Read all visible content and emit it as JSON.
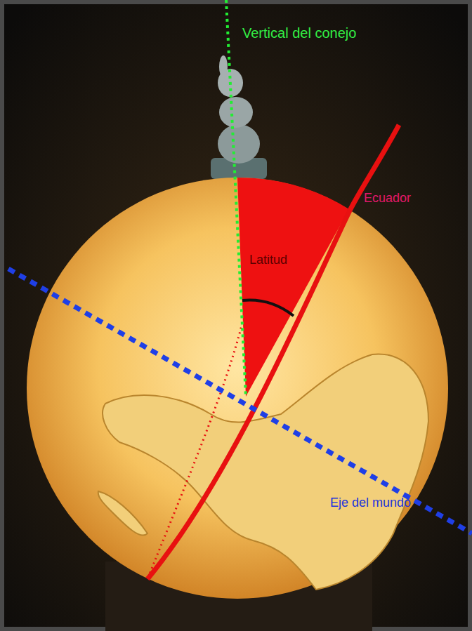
{
  "diagram": {
    "labels": [
      "Vertical del conejo",
      "Ecuador",
      "Latitud",
      "Eje del mundo"
    ]
  }
}
